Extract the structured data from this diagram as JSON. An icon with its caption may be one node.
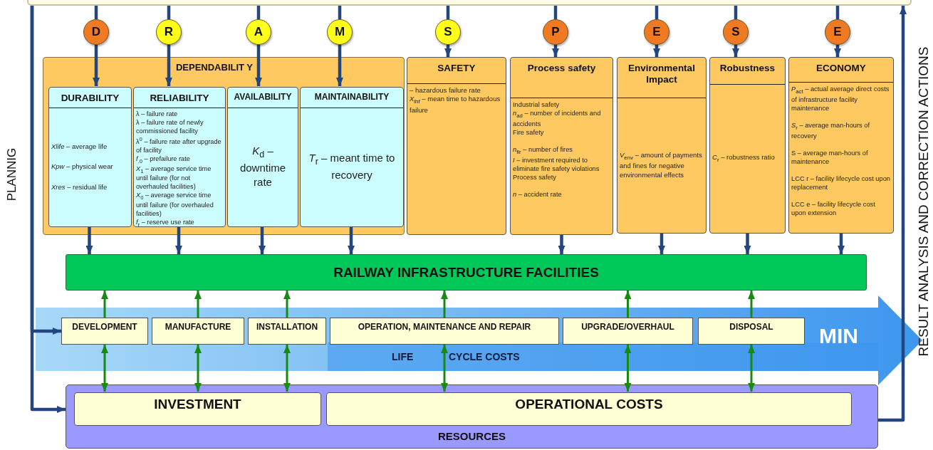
{
  "diagram": {
    "nodes": [
      {
        "text": [],
        "shape": "box"
      },
      {
        "text": [
          "D"
        ]
      },
      {
        "text": [
          "R"
        ]
      },
      {
        "text": [
          "A"
        ]
      },
      {
        "text": [
          "M"
        ]
      },
      {
        "text": [
          "S"
        ]
      },
      {
        "text": [
          "P"
        ]
      },
      {
        "text": [
          "E"
        ]
      },
      {
        "text": [
          "S"
        ]
      },
      {
        "text": [
          "E"
        ]
      },
      {
        "text": [
          "DEPENDABILIT Y"
        ]
      },
      {
        "text": [
          "DURABILITY",
          "*Xlife* – average life",
          "*Kpw* – physical wear",
          "*Xres* – residual life"
        ],
        "in": 10
      },
      {
        "text": [
          "RELIABILITY",
          "λ – failure rate",
          "λ – failure rate of newly commissioned facility",
          "λ$^{0}$ – failure rate after upgrade of facility",
          "*f*$_{.0}$ – prefailure rate",
          "*X*$_{1}$ – average service time until failure (for not overhauled facilities)",
          "*X*$_{0}$ – average service time until failure (for overhauled facilities)",
          "*f*$_{r}$ – reserve use rate"
        ],
        "in": 10
      },
      {
        "text": [
          "AVAILABILITY",
          "*K*$_{d}$ – downtime rate"
        ],
        "in": 10
      },
      {
        "text": [
          "MAINTAINABILITY",
          "*T*$_{r}$ – meant time to recovery"
        ],
        "in": 10
      },
      {
        "text": [
          "SAFETY",
          "– hazardous failure rate",
          "*X*$_{ihf}$ – mean time to hazardous failure"
        ]
      },
      {
        "text": [
          "Process safety",
          "Industrial safety",
          "*n*$_{ad}$ – number of incidents and accidents",
          "Fire safety",
          "*n*$_{fir}$ – number of fires",
          "*I* – investment required to eliminate fire safety violations",
          "Process safety",
          "*n* – accident rate"
        ]
      },
      {
        "text": [
          "Environmental Impact",
          "*V*$_{env}$ – amount of payments and fines for negative environmental effects"
        ]
      },
      {
        "text": [
          "Robustness",
          "*C*$_{r}$ – robustness ratio"
        ]
      },
      {
        "text": [
          "ECONOMY",
          "*P*$_{act}$ – actual average direct costs of infrastructure facility maintenance",
          "*S*$_{r}$ – average man-hours of recovery",
          "S – average man-hours of maintenance",
          "LCC r – facility lifecycle cost upon replacement",
          "LCC e – facility lifecycle cost upon extension"
        ]
      },
      {
        "text": [
          "RAILWAY INFRASTRUCTURE FACILITIES"
        ]
      },
      {
        "text": [
          "LIFE",
          "CYCLE COSTS",
          "MIN"
        ]
      },
      {
        "text": [
          "DEVELOPMENT"
        ],
        "in": 21
      },
      {
        "text": [
          "MANUFACTURE"
        ],
        "in": 21
      },
      {
        "text": [
          "INSTALLATION"
        ],
        "in": 21
      },
      {
        "text": [
          "OPERATION, MAINTENANCE AND REPAIR"
        ],
        "in": 21
      },
      {
        "text": [
          "UPGRADE/OVERHAUL"
        ],
        "in": 21
      },
      {
        "text": [
          "DISPOSAL"
        ],
        "in": 21
      },
      {
        "text": [
          "RESOURCES"
        ]
      },
      {
        "text": [
          "INVESTMENT"
        ],
        "in": 28
      },
      {
        "text": [
          "OPERATIONAL COSTS"
        ],
        "in": 28
      }
    ],
    "edges": [
      {
        "from": 0,
        "to": 22,
        "arrow": "to"
      },
      {
        "from": 0,
        "to": 28,
        "arrow": "to"
      },
      {
        "from": 28,
        "to": 0,
        "arrow": "to"
      },
      {
        "from": 0,
        "to": 1,
        "arrow": "none"
      },
      {
        "from": 0,
        "to": 2,
        "arrow": "none"
      },
      {
        "from": 0,
        "to": 3,
        "arrow": "none"
      },
      {
        "from": 0,
        "to": 4,
        "arrow": "none"
      },
      {
        "from": 0,
        "to": 5,
        "arrow": "none"
      },
      {
        "from": 0,
        "to": 6,
        "arrow": "none"
      },
      {
        "from": 0,
        "to": 7,
        "arrow": "none"
      },
      {
        "from": 0,
        "to": 8,
        "arrow": "none"
      },
      {
        "from": 0,
        "to": 9,
        "arrow": "none"
      },
      {
        "from": 1,
        "to": 11,
        "arrow": "to"
      },
      {
        "from": 2,
        "to": 12,
        "arrow": "to"
      },
      {
        "from": 3,
        "to": 13,
        "arrow": "to"
      },
      {
        "from": 4,
        "to": 14,
        "arrow": "to"
      },
      {
        "from": 5,
        "to": 15,
        "arrow": "to"
      },
      {
        "from": 6,
        "to": 16,
        "arrow": "to"
      },
      {
        "from": 7,
        "to": 17,
        "arrow": "to"
      },
      {
        "from": 8,
        "to": 18,
        "arrow": "to"
      },
      {
        "from": 9,
        "to": 19,
        "arrow": "to"
      },
      {
        "from": 11,
        "to": 20,
        "arrow": "to"
      },
      {
        "from": 12,
        "to": 20,
        "arrow": "to"
      },
      {
        "from": 13,
        "to": 20,
        "arrow": "to"
      },
      {
        "from": 14,
        "to": 20,
        "arrow": "to"
      },
      {
        "from": 16,
        "to": 20,
        "arrow": "to"
      },
      {
        "from": 17,
        "to": 20,
        "arrow": "to"
      },
      {
        "from": 18,
        "to": 20,
        "arrow": "to"
      },
      {
        "from": 19,
        "to": 20,
        "arrow": "to"
      },
      {
        "from": 22,
        "to": 20,
        "arrow": "to",
        "color": "#178a14"
      },
      {
        "from": 23,
        "to": 20,
        "arrow": "to",
        "color": "#178a14"
      },
      {
        "from": 24,
        "to": 20,
        "arrow": "to",
        "color": "#178a14"
      },
      {
        "from": 25,
        "to": 20,
        "arrow": "to",
        "color": "#178a14"
      },
      {
        "from": 26,
        "to": 20,
        "arrow": "to",
        "color": "#178a14"
      },
      {
        "from": 27,
        "to": 20,
        "arrow": "to",
        "color": "#178a14"
      },
      {
        "from": 22,
        "to": 29,
        "arrow": "both",
        "color": "#178a14"
      },
      {
        "from": 23,
        "to": 29,
        "arrow": "both",
        "color": "#178a14"
      },
      {
        "from": 24,
        "to": 29,
        "arrow": "both",
        "color": "#178a14"
      },
      {
        "from": 25,
        "to": 30,
        "arrow": "both",
        "color": "#178a14"
      },
      {
        "from": 26,
        "to": 30,
        "arrow": "both",
        "color": "#178a14"
      },
      {
        "from": 27,
        "to": 30,
        "arrow": "both",
        "color": "#178a14"
      }
    ],
    "labels": [
      "PLANNIG",
      "RESULT ANALYSIS AND CORRECTION ACTIONS"
    ]
  }
}
